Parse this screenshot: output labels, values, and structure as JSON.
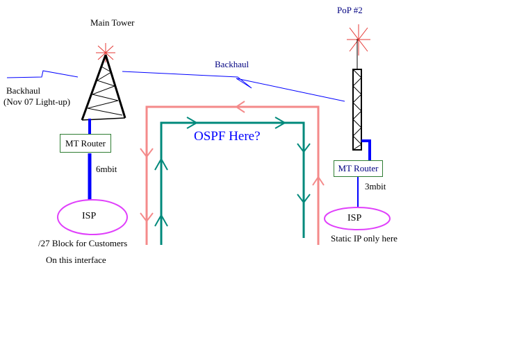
{
  "labels": {
    "main_tower": "Main Tower",
    "pop2": "PoP #2",
    "backhaul_top": "Backhaul",
    "backhaul_left_line1": "Backhaul",
    "backhaul_left_line2": "(Nov 07 Light-up)",
    "ospf": "OSPF Here?",
    "speed_left": "6mbit",
    "speed_right": "3mbit",
    "customers_line1": "/27 Block for Customers",
    "customers_line2": "On this interface",
    "static_ip": "Static IP only here"
  },
  "nodes": {
    "router_left": "MT Router",
    "router_right": "MT Router",
    "isp_left": "ISP",
    "isp_right": "ISP"
  },
  "colors": {
    "background": "#ffffff",
    "link_blue": "#0000ff",
    "text_navy": "#000080",
    "router_border": "#2e7d32",
    "isp_magenta": "#e040fb",
    "pink_path": "#f48a8a",
    "teal_path": "#00897b",
    "antenna_red": "#e53935"
  }
}
